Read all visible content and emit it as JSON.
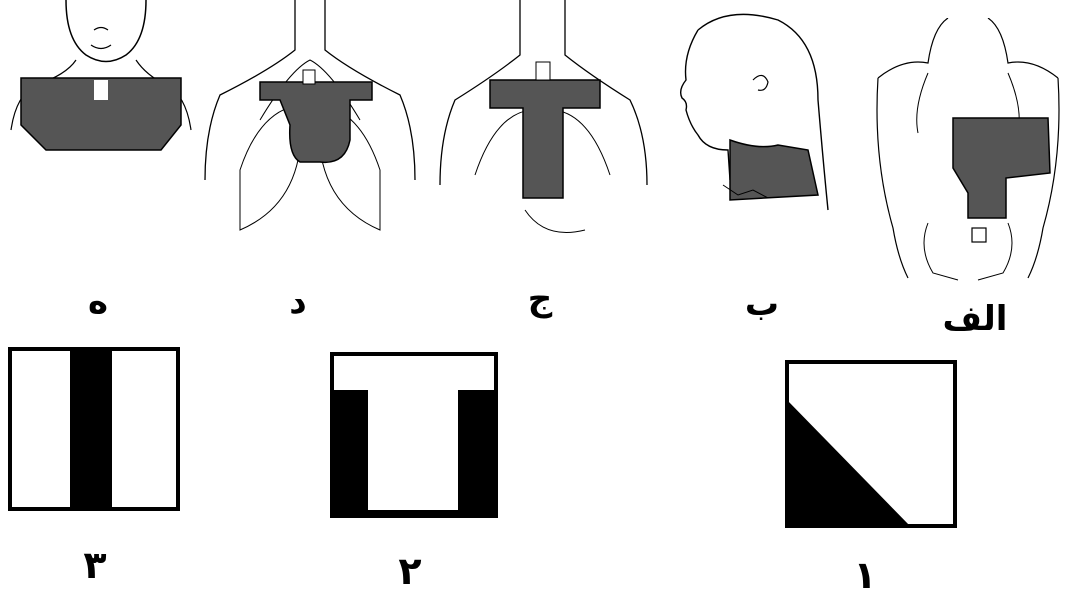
{
  "figures": [
    {
      "id": "he",
      "label": "ه",
      "region": "neck-supraclavicular"
    },
    {
      "id": "dal",
      "label": "د",
      "region": "mediastinum-left-chest"
    },
    {
      "id": "jim",
      "label": "ج",
      "region": "mediastinum-t-field"
    },
    {
      "id": "be",
      "label": "ب",
      "region": "lateral-neck"
    },
    {
      "id": "alef",
      "label": "الف",
      "region": "abdomen-paraaortic"
    }
  ],
  "symbols": [
    {
      "id": "s3",
      "number": "۳",
      "pattern": "vertical-center-bar"
    },
    {
      "id": "s2",
      "number": "۲",
      "pattern": "inverted-t-notch"
    },
    {
      "id": "s1",
      "number": "۱",
      "pattern": "lower-left-triangle"
    }
  ],
  "colors": {
    "ink": "#000000",
    "field_fill": "#4a4a4a",
    "paper": "#ffffff"
  }
}
